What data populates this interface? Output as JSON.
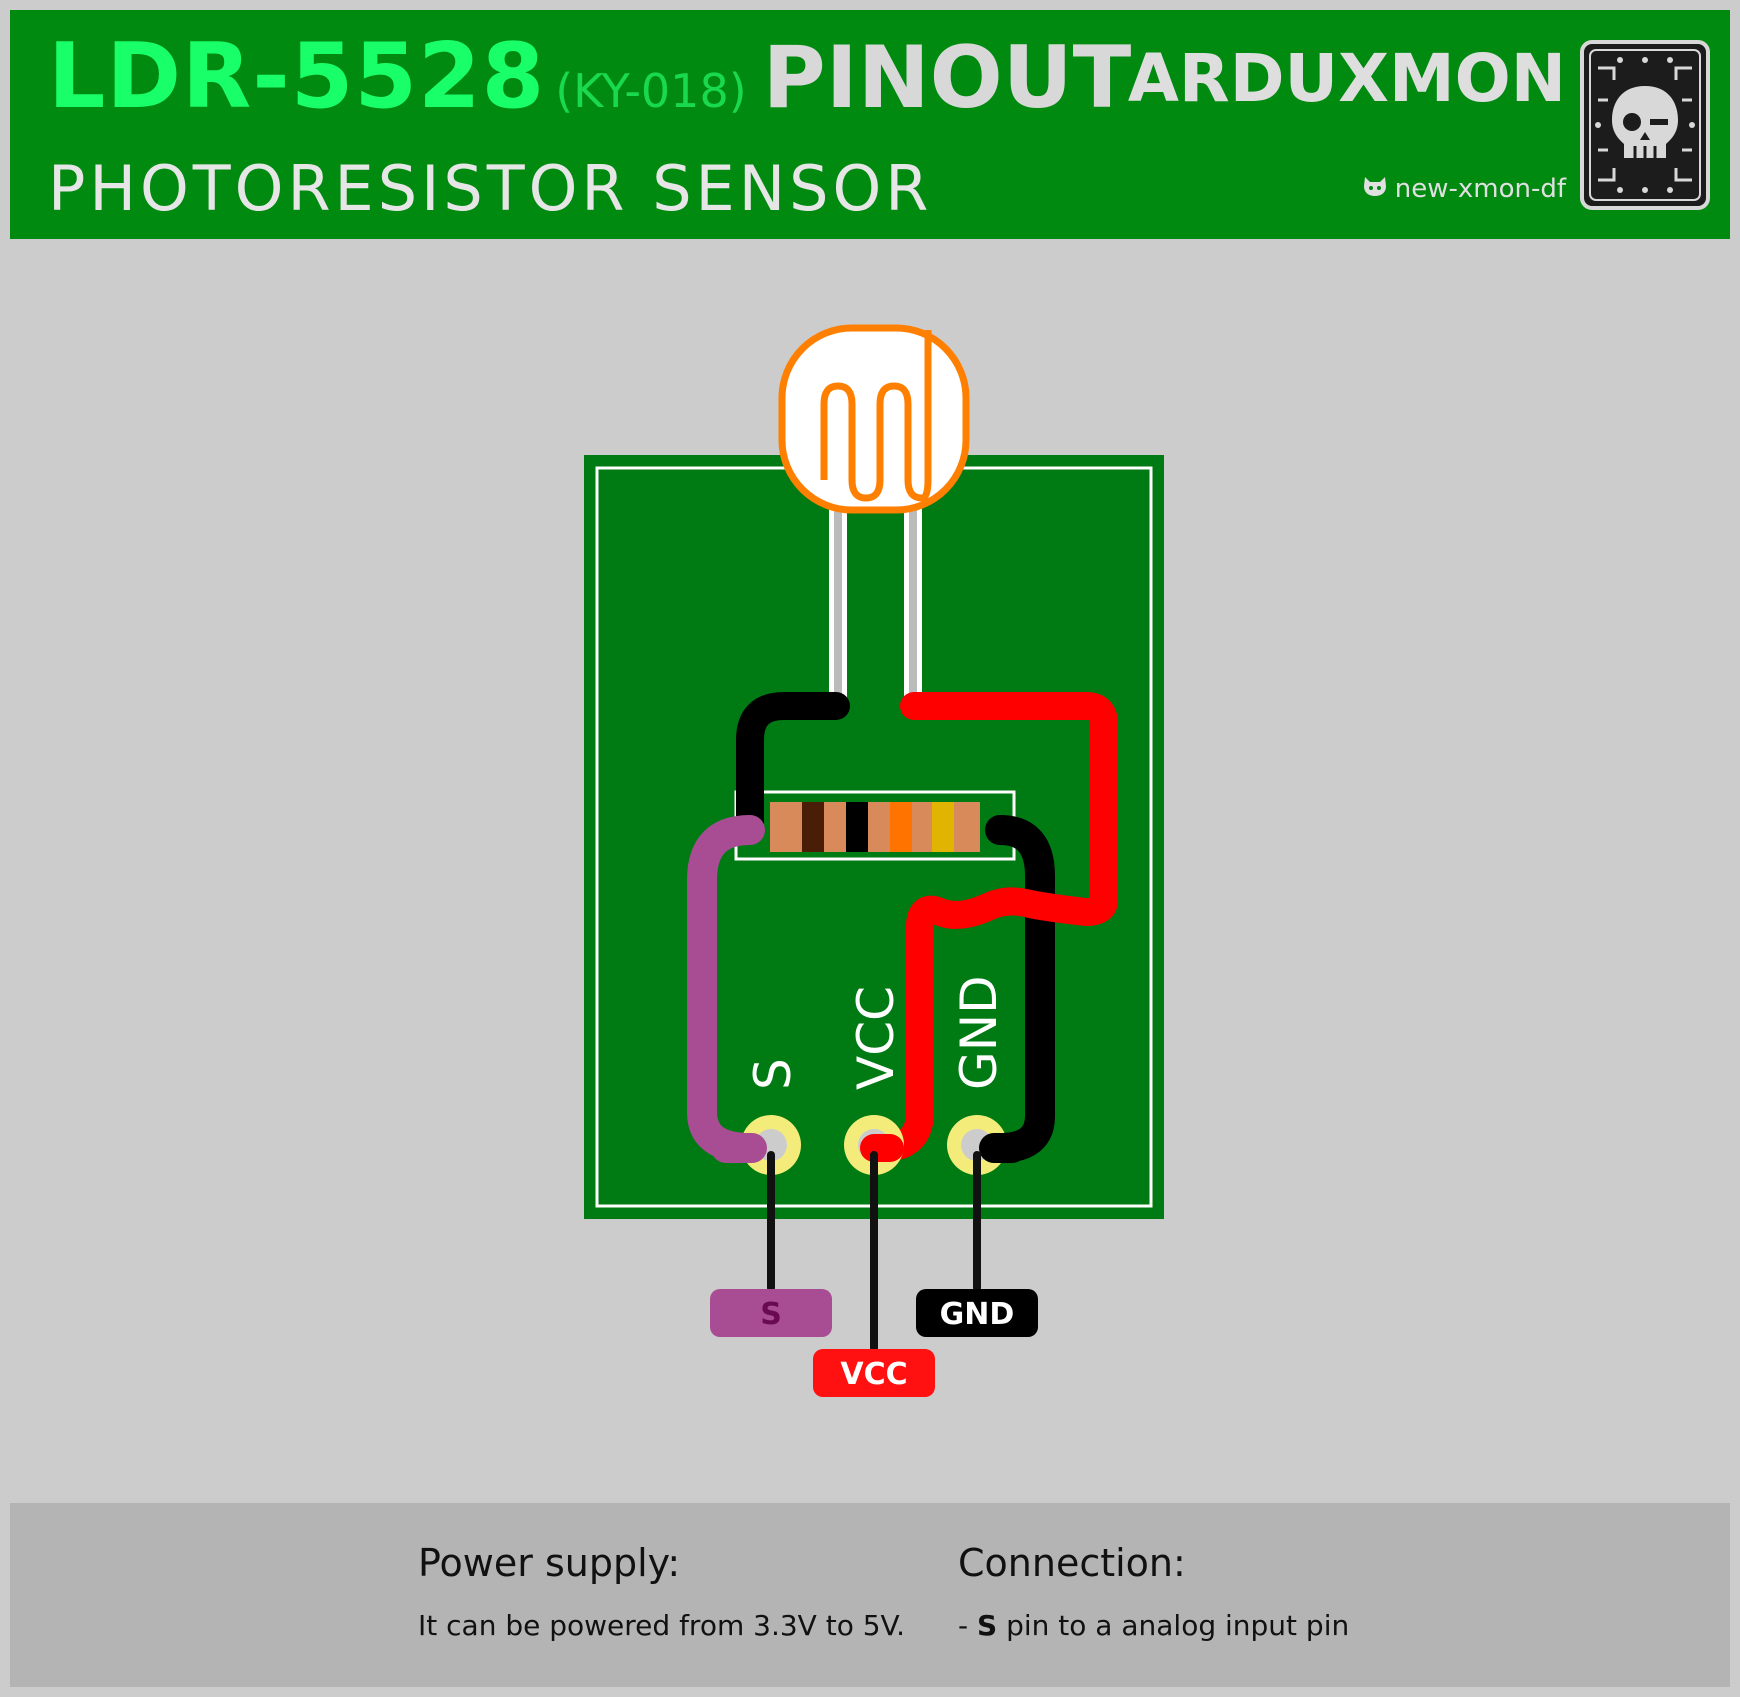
{
  "header": {
    "model": "LDR-5528",
    "alt_model": "(KY-018)",
    "pinout_word": "PINOUT",
    "subtitle": "PHOTORESISTOR SENSOR",
    "brand": "ARDUXMON",
    "github_handle": "new-xmon-df"
  },
  "board": {
    "pin_labels": [
      "S",
      "VCC",
      "GND"
    ]
  },
  "pin_tags": [
    {
      "label": "S",
      "color": "#a84d94",
      "text_color": "#6a0a55"
    },
    {
      "label": "VCC",
      "color": "#ff1111",
      "text_color": "#ffffff"
    },
    {
      "label": "GND",
      "color": "#000000",
      "text_color": "#ffffff"
    }
  ],
  "footer": {
    "power_heading": "Power supply:",
    "power_text": "It can be powered from 3.3V to 5V.",
    "connection_heading": "Connection:",
    "connection_prefix": "- ",
    "connection_pin": "S",
    "connection_text": " pin to a analog input pin"
  },
  "colors": {
    "header_bg": "#008a10",
    "pcb": "#007a12",
    "trace_signal": "#a84d94",
    "trace_vcc": "#ff0000",
    "trace_gnd": "#000000",
    "ldr_outline": "#ff7f00",
    "pad_ring": "#f4ec7a"
  }
}
